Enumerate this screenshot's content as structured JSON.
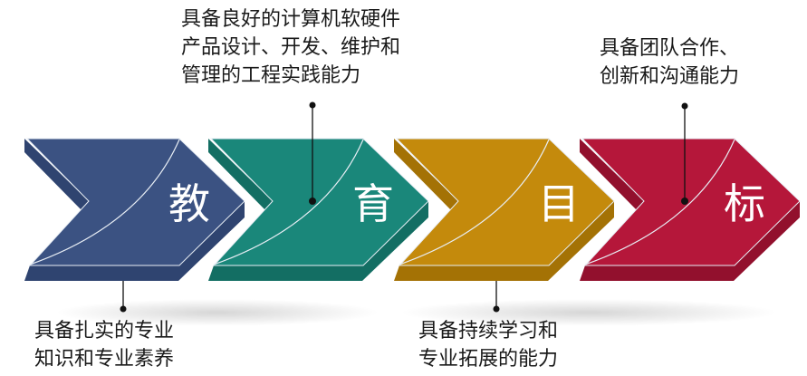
{
  "steps": [
    {
      "char": "教",
      "color": "#3b5282",
      "side": "#2f4470"
    },
    {
      "char": "育",
      "color": "#1a877a",
      "side": "#136e63"
    },
    {
      "char": "目",
      "color": "#c48a0c",
      "side": "#a47205"
    },
    {
      "char": "标",
      "color": "#b5173a",
      "side": "#92102d"
    }
  ],
  "labels": {
    "top_1": [
      "具备良好的计算机软硬件",
      "产品设计、开发、维护和",
      "管理的工程实践能力"
    ],
    "top_2": [
      "具备团队合作、",
      "创新和沟通能力"
    ],
    "bottom_1": [
      "具备扎实的专业",
      "知识和专业素养"
    ],
    "bottom_2": [
      "具备持续学习和",
      "专业拓展的能力"
    ]
  }
}
